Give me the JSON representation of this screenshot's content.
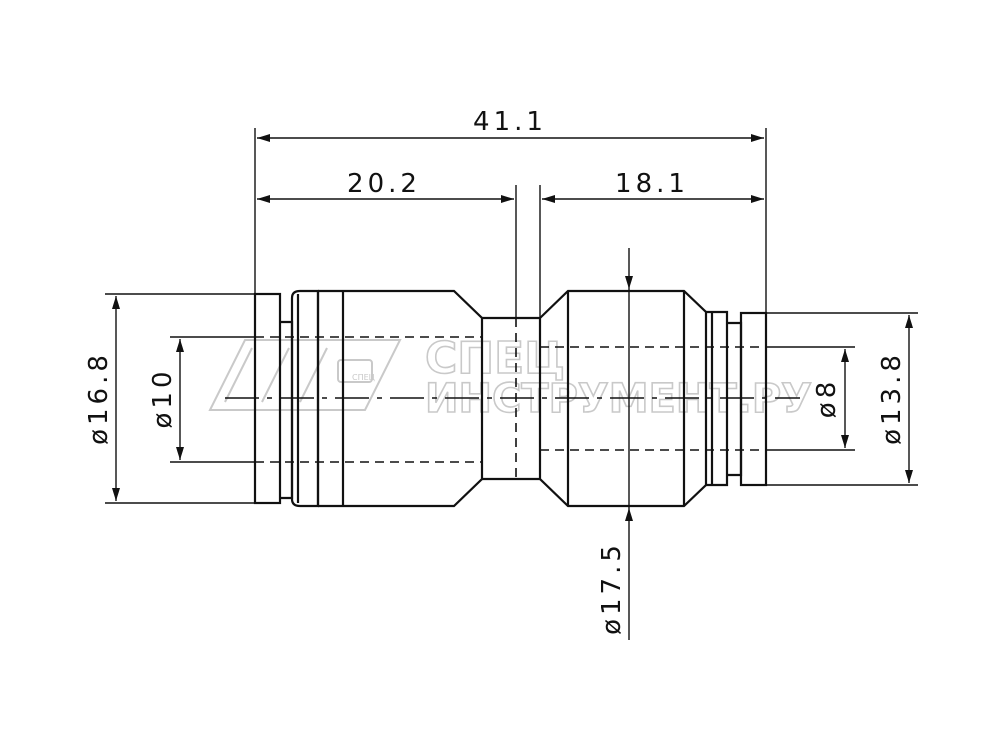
{
  "drawing": {
    "dimensions": {
      "overall_length": "41.1",
      "left_length": "20.2",
      "right_length": "18.1",
      "left_outer_diameter": "ø16.8",
      "left_tube_diameter": "ø10",
      "right_tube_diameter": "ø8",
      "right_outer_diameter": "ø13.8",
      "body_diameter": "ø17.5"
    },
    "watermark": {
      "line1": "СПЕЦ",
      "line2": "ИНСТРУМЕНТ.РУ",
      "small": "СПЕЦ"
    },
    "colors": {
      "line": "#111111",
      "watermark": "#c9c9c9"
    }
  }
}
